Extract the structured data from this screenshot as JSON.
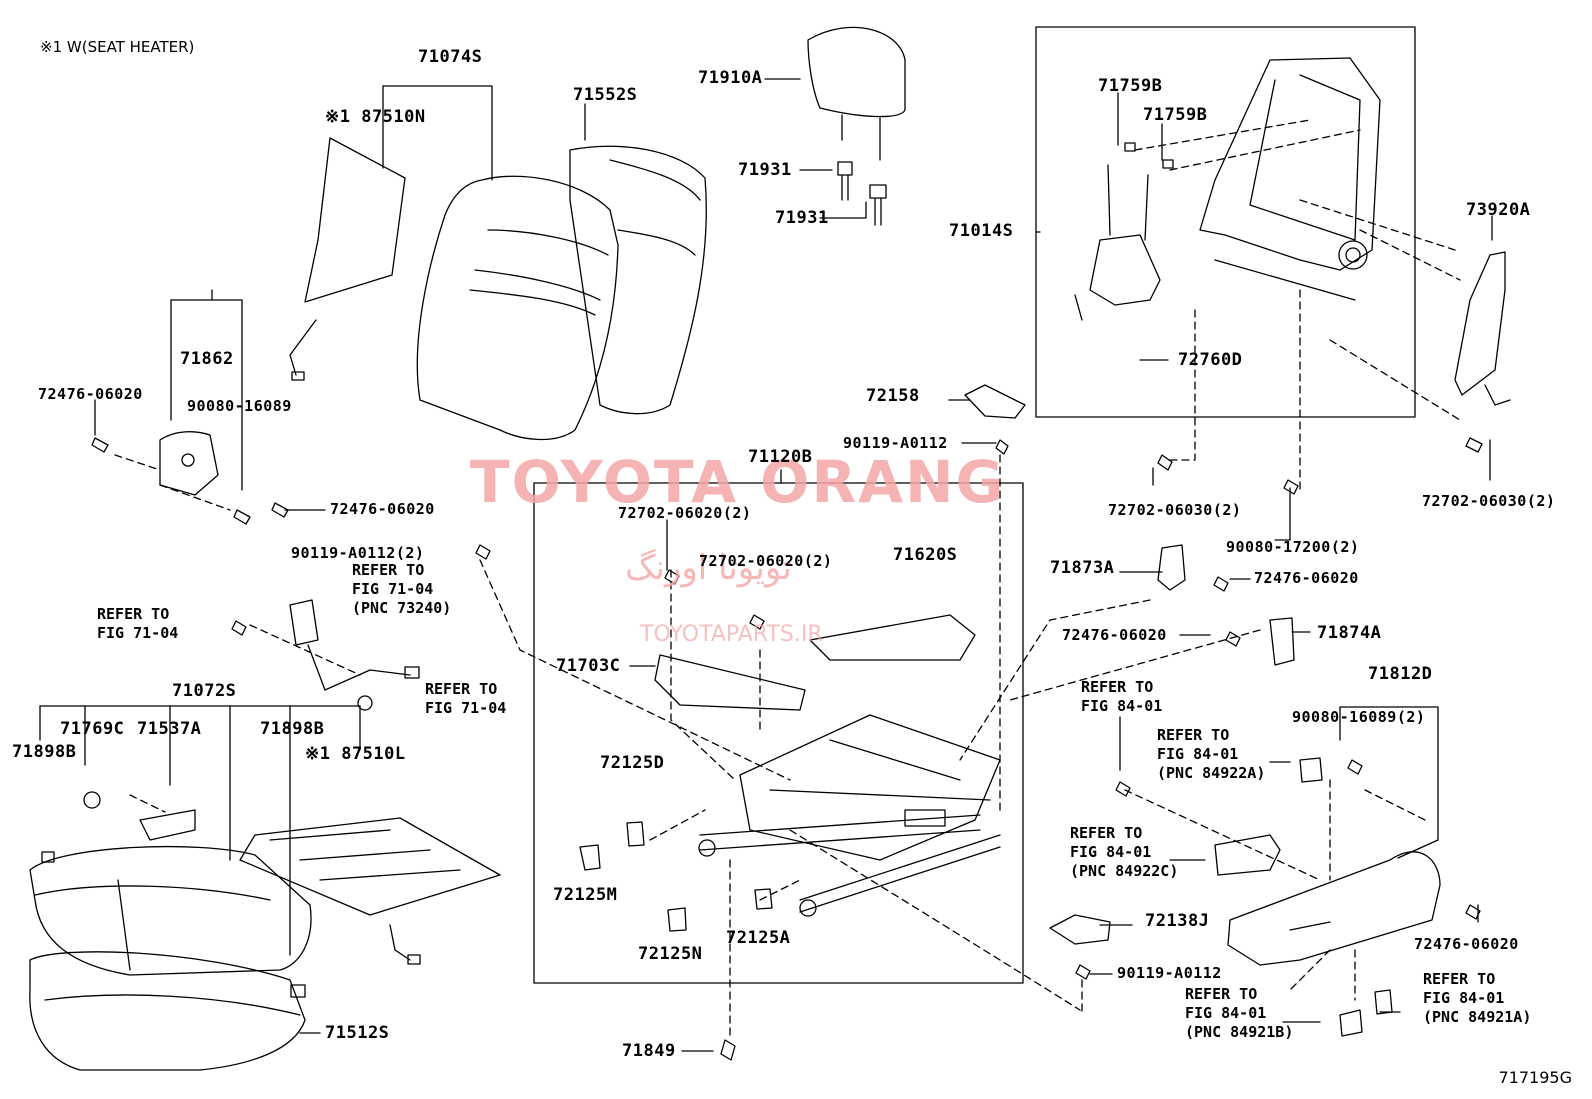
{
  "note": "※1 W(SEAT HEATER)",
  "figure_code": "717195G",
  "watermark": {
    "brand": "TOYOTA ORANG",
    "arabic": "تويوتا اورنگ",
    "url": "TOYOTAPARTS.IR"
  },
  "part_labels": {
    "p71074S": "71074S",
    "p87510N": "※1 87510N",
    "p71552S": "71552S",
    "p71910A": "71910A",
    "p71931a": "71931",
    "p71931b": "71931",
    "p71759Ba": "71759B",
    "p71759Bb": "71759B",
    "p71014S": "71014S",
    "p73920A": "73920A",
    "p72760D": "72760D",
    "p71862": "71862",
    "p72476_06020_a": "72476-06020",
    "p90080_16089_a": "90080-16089",
    "p72476_06020_b": "72476-06020",
    "p72158": "72158",
    "p90119_A0112_a": "90119-A0112",
    "p71120B": "71120B",
    "p72702_06030_a": "72702-06030(2)",
    "p72702_06030_b": "72702-06030(2)",
    "p90080_17200": "90080-17200(2)",
    "p72702_06020_a": "72702-06020(2)",
    "p72702_06020_b": "72702-06020(2)",
    "p71620S": "71620S",
    "p90119_A0112_b": "90119-A0112(2)",
    "p71873A": "71873A",
    "p72476_06020_c": "72476-06020",
    "p72476_06020_d": "72476-06020",
    "p71874A": "71874A",
    "p71703C": "71703C",
    "p71072S": "71072S",
    "p71769C": "71769C",
    "p71537A": "71537A",
    "p71898Ba": "71898B",
    "p71898Bb": "71898B",
    "p87510L": "※1 87510L",
    "p72125D": "72125D",
    "p72125M": "72125M",
    "p72125N": "72125N",
    "p72125A": "72125A",
    "p71812D": "71812D",
    "p90080_16089_b": "90080-16089(2)",
    "p72138J": "72138J",
    "p90119_A0112_c": "90119-A0112",
    "p72476_06020_e": "72476-06020",
    "p71512S": "71512S",
    "p71849": "71849"
  },
  "refer_labels": {
    "r1": [
      "REFER TO",
      "FIG 71-04",
      "(PNC 73240)"
    ],
    "r2": [
      "REFER TO",
      "FIG 71-04"
    ],
    "r3": [
      "REFER TO",
      "FIG 71-04"
    ],
    "r4": [
      "REFER TO",
      "FIG 84-01"
    ],
    "r5": [
      "REFER TO",
      "FIG 84-01",
      "(PNC 84922A)"
    ],
    "r6": [
      "REFER TO",
      "FIG 84-01",
      "(PNC 84922C)"
    ],
    "r7": [
      "REFER TO",
      "FIG 84-01",
      "(PNC 84921B)"
    ],
    "r8": [
      "REFER TO",
      "FIG 84-01",
      "(PNC 84921A)"
    ]
  }
}
